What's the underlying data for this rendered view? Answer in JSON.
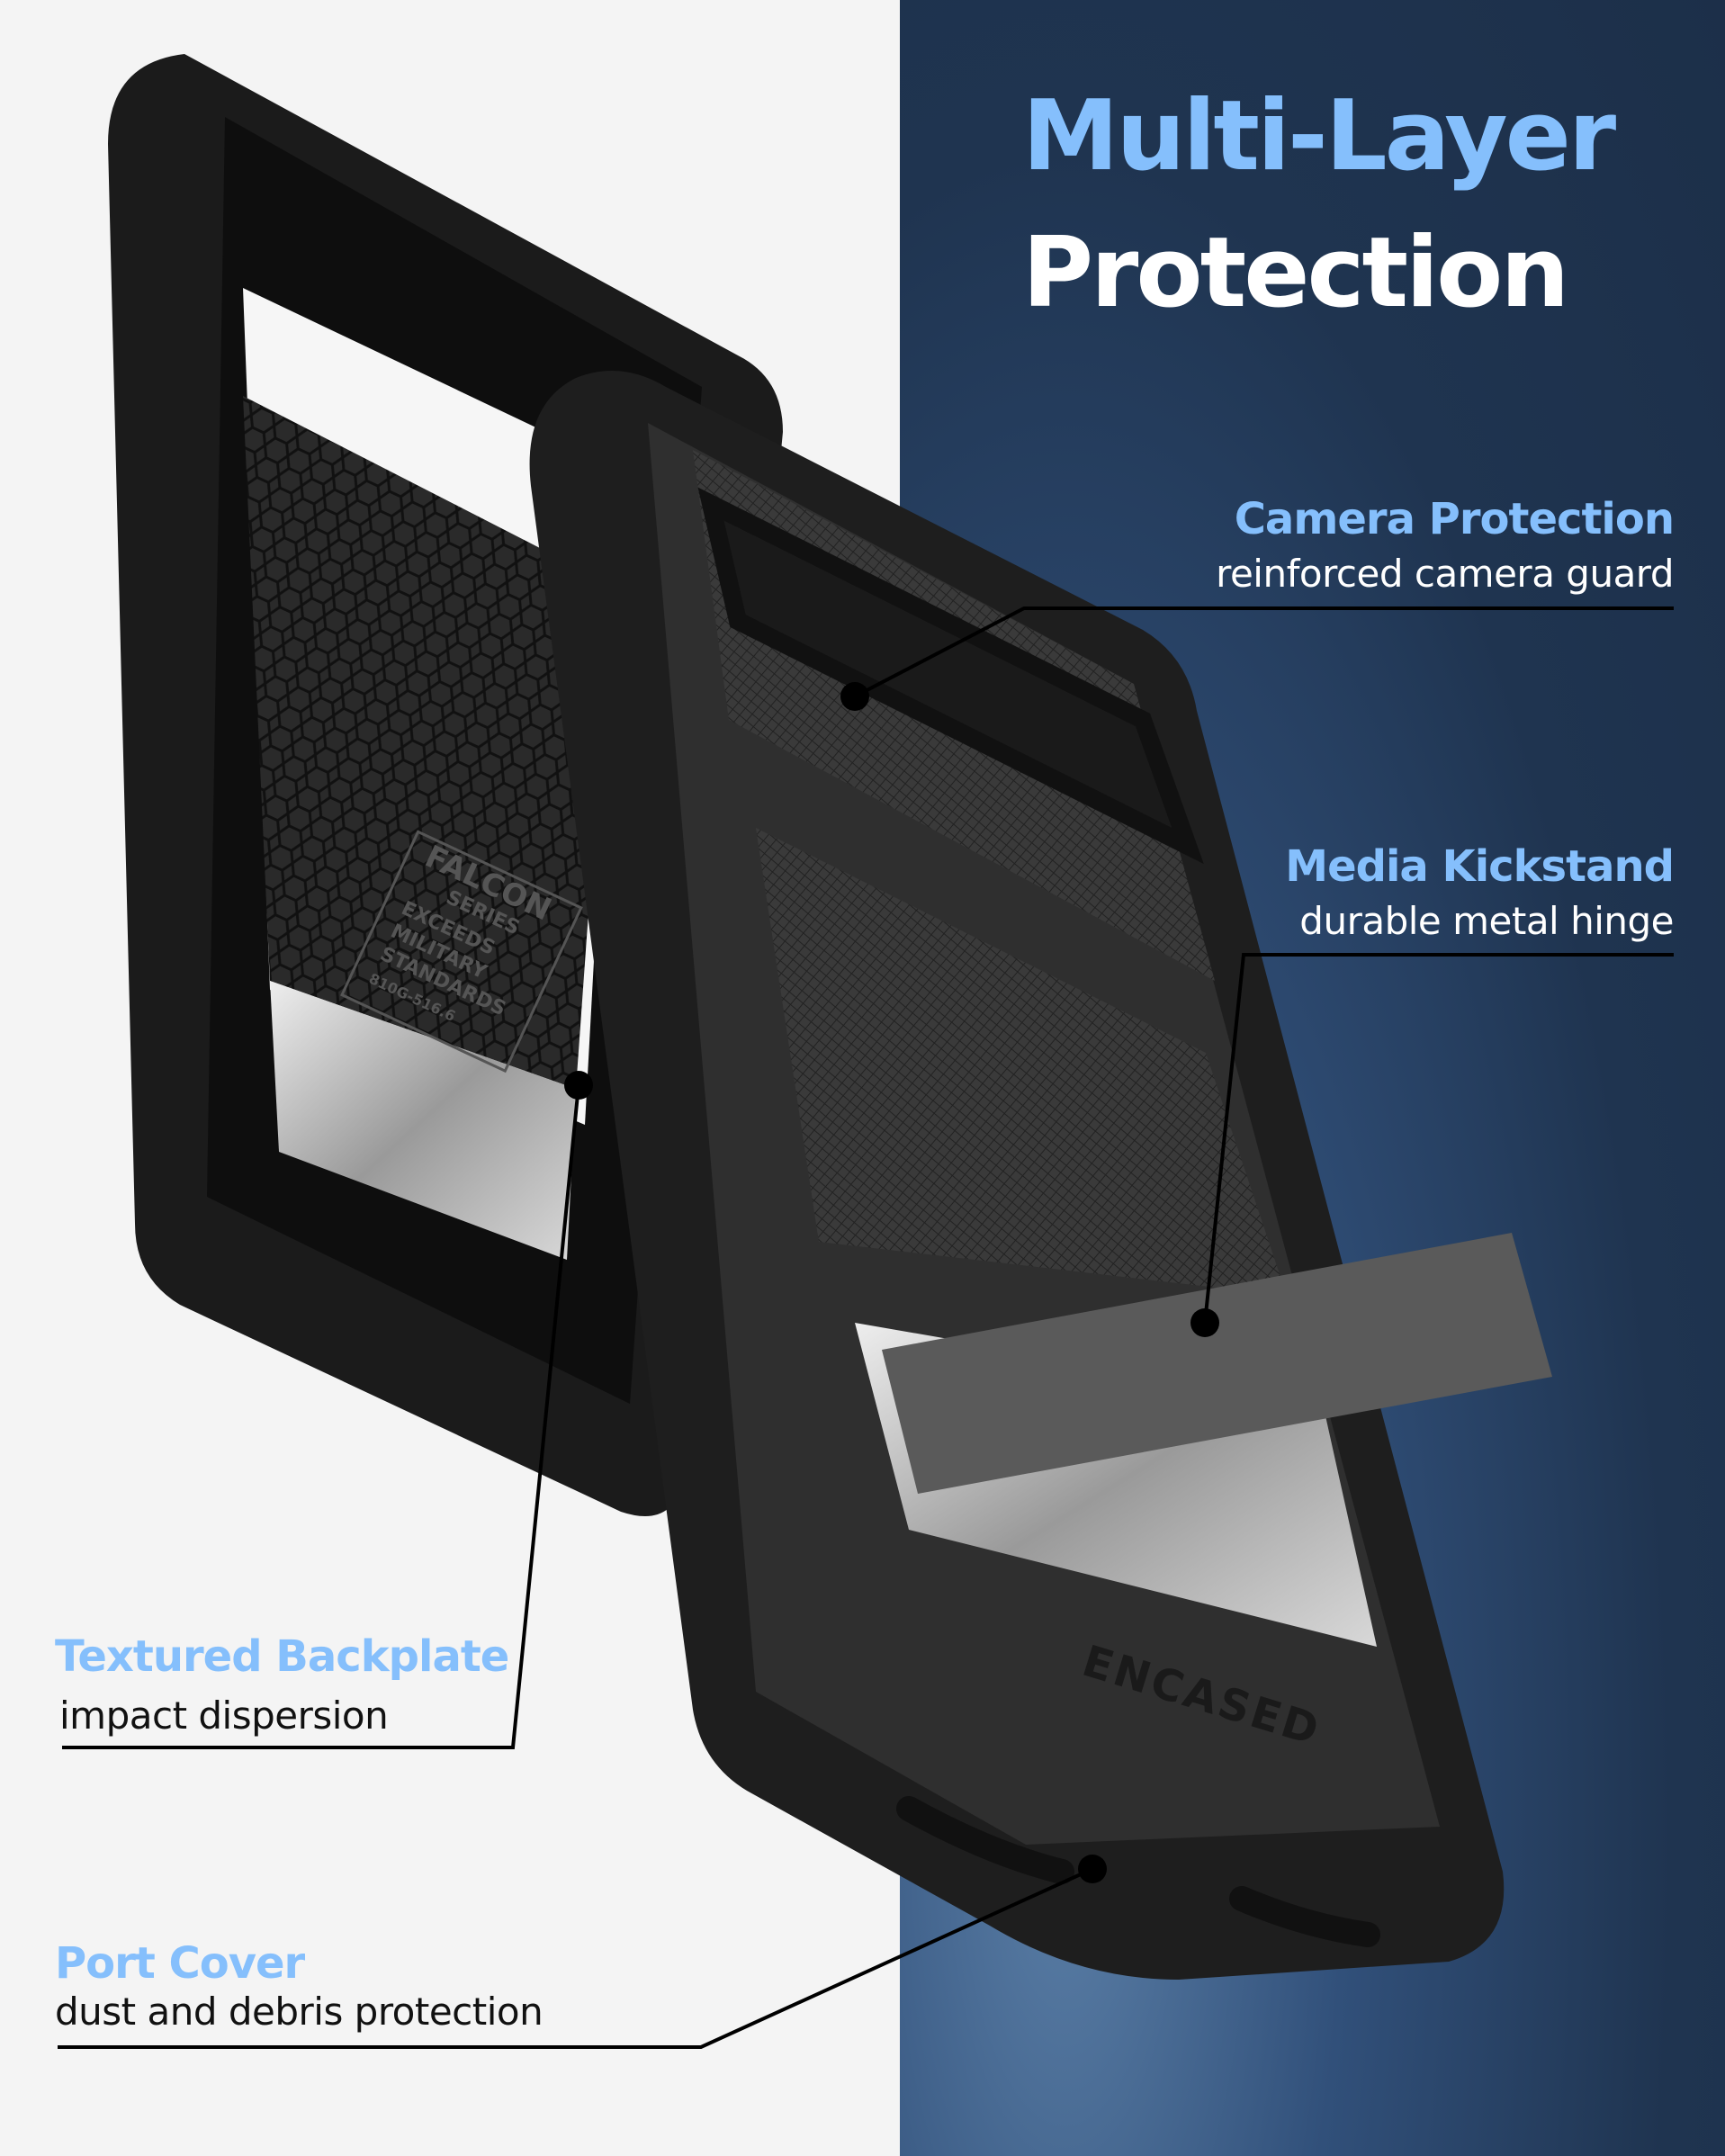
{
  "headline": {
    "line1": "Multi-Layer",
    "line2": "Protection"
  },
  "callouts": [
    {
      "title": "Camera Protection",
      "subtitle": "reinforced camera guard"
    },
    {
      "title": "Media Kickstand",
      "subtitle": "durable metal hinge"
    },
    {
      "title": "Textured Backplate",
      "subtitle": "impact dispersion"
    },
    {
      "title": "Port Cover",
      "subtitle": "dust and debris protection"
    }
  ],
  "product_markings": {
    "inner_label": [
      "FALCON",
      "SERIES",
      "EXCEEDS",
      "MILITARY",
      "STANDARDS",
      "810G-516.6"
    ],
    "brand_logo": "ENCASED"
  },
  "colors": {
    "accent": "#85bffc",
    "panel": "#1f3450",
    "background": "#f4f4f4"
  }
}
